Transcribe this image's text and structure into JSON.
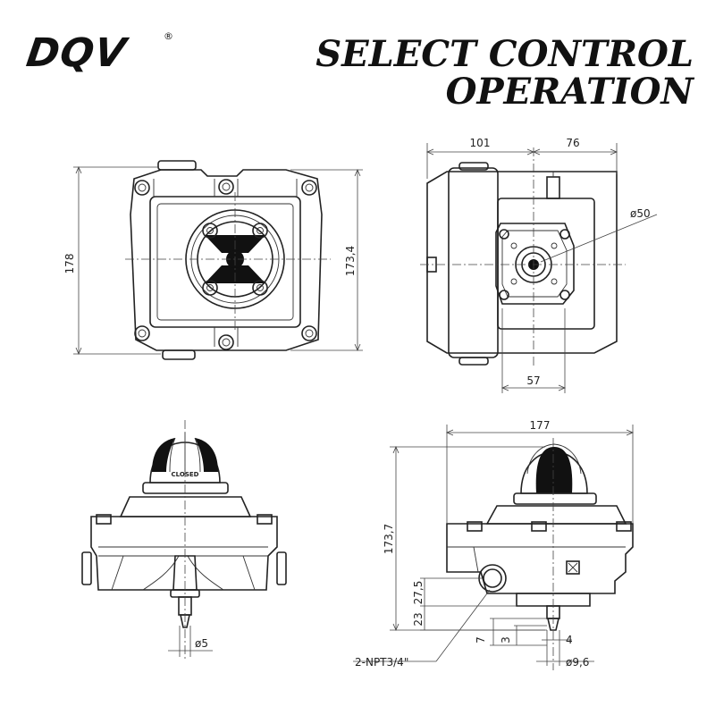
{
  "brand": {
    "name": "DQV",
    "registered_mark": "®"
  },
  "headline": {
    "line1": "SELECT CONTROL",
    "line2": "OPERATION"
  },
  "top_left_view": {
    "dim_height_outer": "178",
    "dim_height_inner": "173,4"
  },
  "top_right_view": {
    "dim_left": "101",
    "dim_right": "76",
    "dim_diameter": "ø50",
    "dim_bottom": "57"
  },
  "bottom_left_view": {
    "dome_label": "CLOSED",
    "dim_shaft": "ø5"
  },
  "bottom_right_view": {
    "dim_width": "177",
    "dim_height": "173,7",
    "dim_27": "27,5",
    "dim_23": "23",
    "dim_7": "7",
    "dim_3": "3",
    "dim_4": "4",
    "dim_shaft": "ø9,6",
    "port_label": "2-NPT3/4\""
  }
}
